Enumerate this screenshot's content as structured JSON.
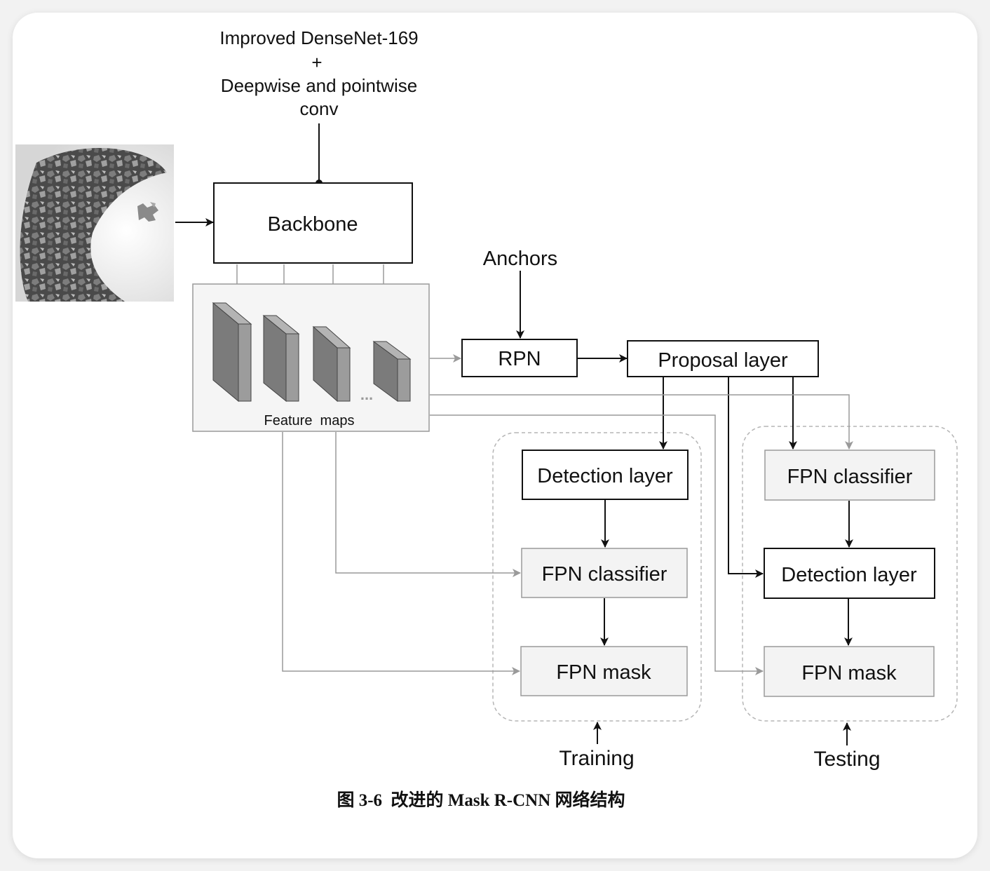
{
  "backbone_label": {
    "line1": "Improved DenseNet-169",
    "line2": "+",
    "line3": "Deepwise and pointwise",
    "line4": "conv"
  },
  "nodes": {
    "backbone": "Backbone",
    "anchors": "Anchors",
    "rpn": "RPN",
    "proposal_layer": "Proposal layer",
    "feature_maps": "Feature  maps",
    "feature_maps_ellipsis": "...",
    "training": {
      "detection_layer": "Detection layer",
      "fpn_classifier": "FPN classifier",
      "fpn_mask": "FPN mask"
    },
    "testing": {
      "fpn_classifier": "FPN classifier",
      "detection_layer": "Detection layer",
      "fpn_mask": "FPN mask"
    }
  },
  "groups": {
    "training": "Training",
    "testing": "Testing"
  },
  "caption": "图 3-6  改进的 Mask R-CNN 网络结构",
  "colors": {
    "dark_line": "#111111",
    "gray_line": "#9a9a9a",
    "gray_box_fill": "#f3f3f3",
    "map_front": "#7b7b7b",
    "map_top": "#b4b4b4",
    "map_side": "#9c9c9c"
  }
}
